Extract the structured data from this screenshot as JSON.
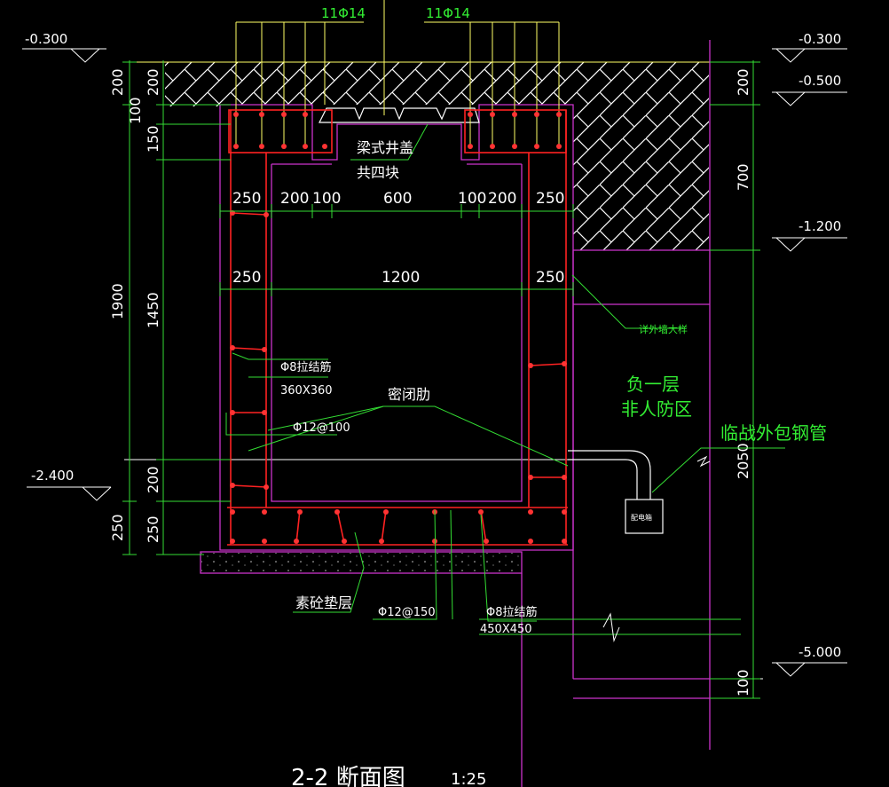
{
  "colors": {
    "background": "#000000",
    "concrete_outline": "#cc33cc",
    "rebar": "#ff2222",
    "rebar_dots": "#ff3333",
    "dimension": "#33dd33",
    "dimension_text": "#ffffff",
    "leader": "#33dd33",
    "level_line": "#ffffff",
    "soil_hatch": "#ffffff",
    "top_bars": "#ffff66",
    "pipe": "#ffffff",
    "annotation_green": "#33ee33"
  },
  "title": {
    "text": "2-2 断面图",
    "scale": "1:25"
  },
  "levels": {
    "top_left": "-0.300",
    "top_right": "-0.300",
    "right_2": "-0.500",
    "right_3": "-1.200",
    "left_bottom": "-2.400",
    "right_bottom": "-5.000"
  },
  "top_rebar": {
    "left": "11Φ14",
    "right": "11Φ14"
  },
  "dims_left_outer": {
    "d1": "200",
    "d2": "1900",
    "d3": "250"
  },
  "dims_left_inner": {
    "d1": "200",
    "d2": "100",
    "d3": "150",
    "d4": "1450",
    "d5": "200",
    "d6": "250"
  },
  "dims_right": {
    "d1": "200",
    "d2": "700",
    "d3": "2050",
    "d4": "100"
  },
  "dims_row1": [
    "250",
    "200",
    "100",
    "600",
    "100",
    "200",
    "250"
  ],
  "dims_row2": [
    "250",
    "1200",
    "250"
  ],
  "labels": {
    "cover": "梁式井盖",
    "cover_count": "共四块",
    "tie_bar": "Φ8拉结筋",
    "tie_spacing": "360X360",
    "wall_bar": "Φ12@100",
    "seal_rib": "密闭肋",
    "floor": "负一层",
    "zone": "非人防区",
    "pipe": "临战外包钢管",
    "detail_ref": "详外墙大样",
    "bedding": "素砼垫层",
    "bottom_bar": "Φ12@150",
    "bottom_tie": "Φ8拉结筋",
    "bottom_tie_spacing": "450X450",
    "box": "配电箱"
  }
}
